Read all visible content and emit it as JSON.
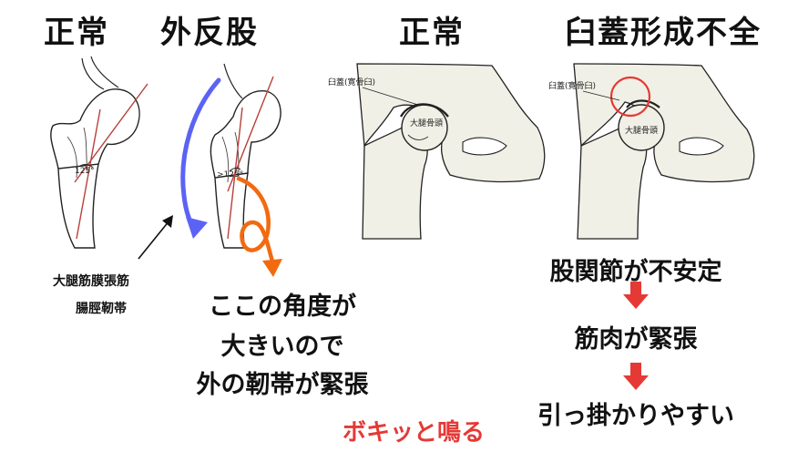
{
  "titles": {
    "normal_left": "正常",
    "coxa_valga": "外反股",
    "normal_right": "正常",
    "dysplasia": "臼蓋形成不全"
  },
  "left_figures": {
    "angle_label_normal": "125°",
    "angle_label_valga": ">125°",
    "muscle_label_line1": "大腿筋膜張筋",
    "muscle_label_line2": "腸脛靭帯"
  },
  "left_explanation": {
    "line1": "ここの角度が",
    "line2": "大きいので",
    "line3": "外の靭帯が緊張"
  },
  "snap_text": "ボキッと鳴る",
  "hip_figures": {
    "acetabulum_label": "臼蓋(寛骨臼)",
    "femoral_head_label": "大腿骨頭"
  },
  "right_steps": {
    "step1": "股関節が不安定",
    "step2": "筋肉が緊張",
    "step3": "引っ掛かりやすい"
  },
  "colors": {
    "blue_arrow": "#5b63f5",
    "orange_arrow": "#f26a10",
    "red_line": "#b7413a",
    "red_arrow": "#e53935",
    "bone_fill": "#f1f0e6"
  }
}
